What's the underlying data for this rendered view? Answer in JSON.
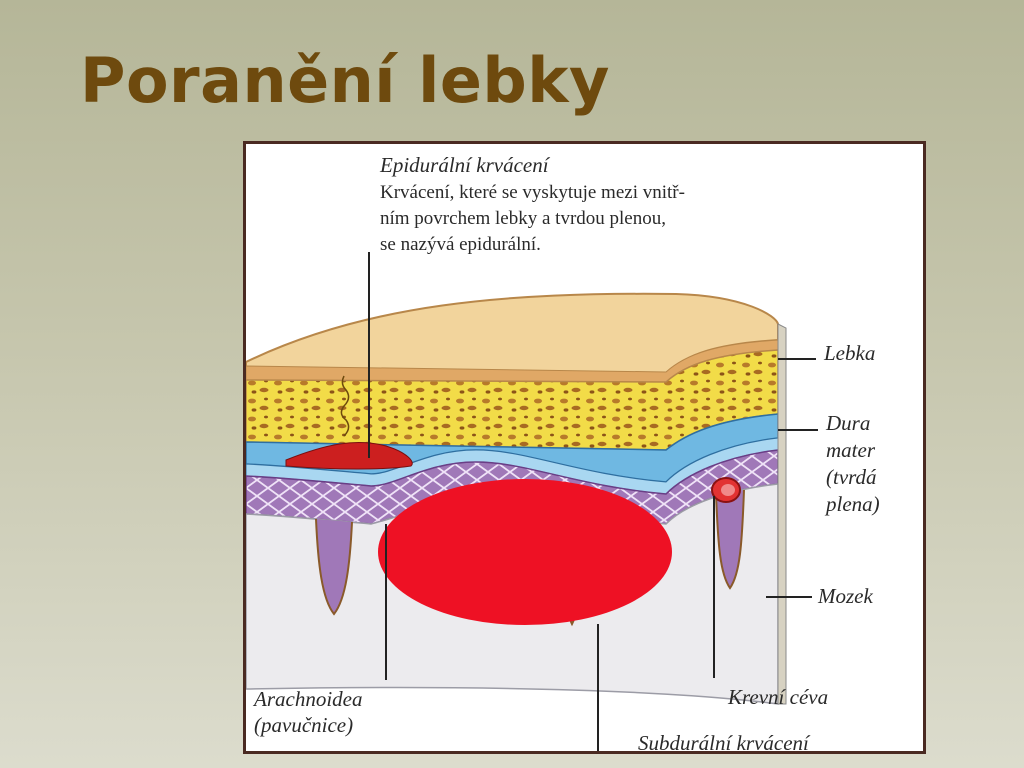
{
  "slide": {
    "title": "Poranění lebky"
  },
  "figure": {
    "caption": {
      "heading": "Epidurální krvácení",
      "lines": [
        "Krvácení, které se vyskytuje mezi vnitř-",
        "ním povrchem lebky a tvrdou plenou,",
        "se nazývá epidurální."
      ]
    },
    "labels": {
      "skull": "Lebka",
      "dura_lines": [
        "Dura",
        "mater",
        "(tvrdá",
        "plena)"
      ],
      "brain": "Mozek",
      "blood_vessel": "Krevní céva",
      "arachnoid_lines": [
        "Arachnoidea",
        "(pavučnice)"
      ],
      "subdural": "Subdurální krvácení"
    },
    "colors": {
      "frame": "#4a2a22",
      "bone_outer": "#f2d49c",
      "bone_spongy": "#f2dc48",
      "dura": "#6fb8e2",
      "arachnoid": "#a078b8",
      "brain": "#ecebee",
      "epidural_hematoma": "#cc1f1f",
      "red_cover_oval": "#ee1124"
    }
  }
}
